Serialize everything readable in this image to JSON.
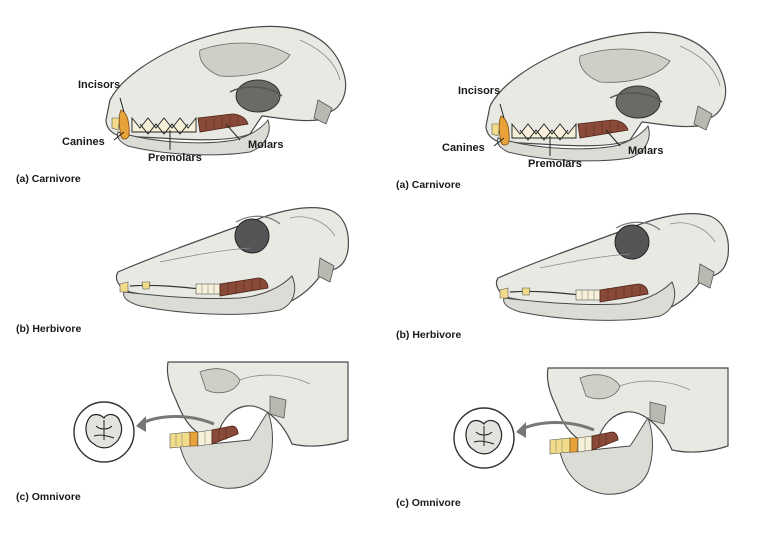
{
  "labels": {
    "incisors": "Incisors",
    "canines": "Canines",
    "premolars": "Premolars",
    "molars": "Molars"
  },
  "captions": {
    "carnivore": "(a) Carnivore",
    "herbivore": "(b) Herbivore",
    "omnivore": "(c) Omnivore"
  },
  "colors": {
    "bone": "#e9e9e4",
    "bone_shadow": "#b9b9b2",
    "outline": "#4a4a4a",
    "incisor": "#f2dc8a",
    "canine": "#e8a23a",
    "premolar": "#f6f0d8",
    "molar": "#8a4a3a"
  }
}
